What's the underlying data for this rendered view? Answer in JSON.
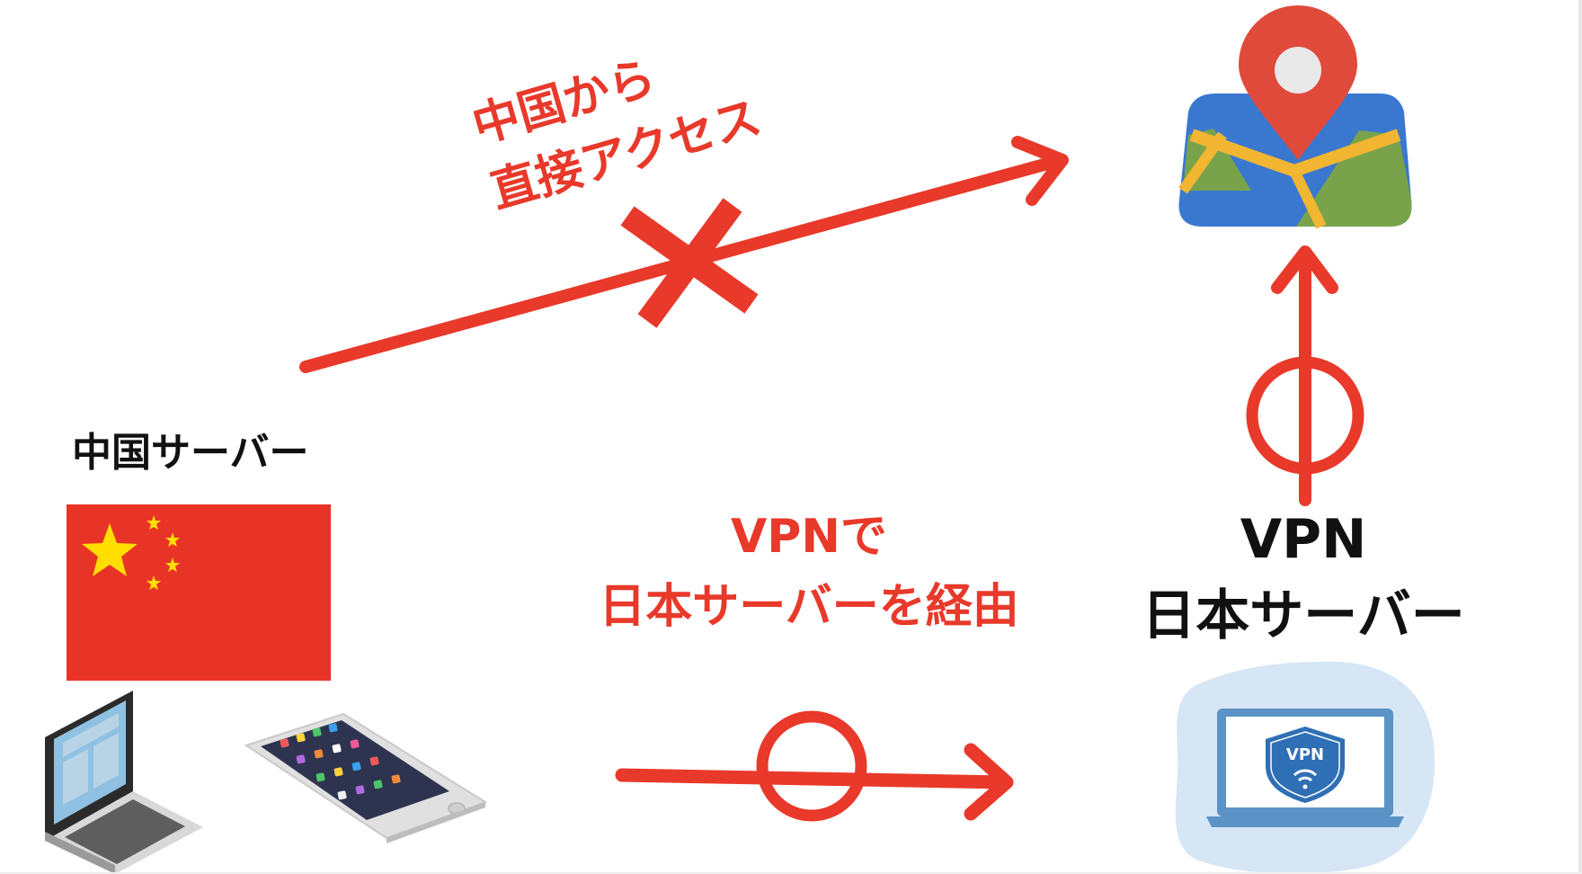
{
  "labels": {
    "direct_line1": "中国から",
    "direct_line2": "直接アクセス",
    "china_server": "中国サーバー",
    "vpn_line1": "VPNで",
    "vpn_line2": "日本サーバーを経由",
    "jp_line1": "VPN",
    "jp_line2": "日本サーバー",
    "vpn_badge": "VPN"
  },
  "colors": {
    "accent_red": "#e8392a",
    "flag_red": "#e83426",
    "flag_star": "#ffde00",
    "map_blue": "#3a78d0",
    "map_green": "#79a34a",
    "map_road": "#f2b632",
    "pin_red": "#e04a3b",
    "vpn_blob": "#d6e6f5",
    "laptop_frame": "#5b93c6",
    "shield_blue": "#2f6fb5",
    "text_black": "#111111"
  },
  "icons": [
    "map-pin-icon",
    "china-flag-icon",
    "laptop-icon",
    "smartphone-icon",
    "vpn-laptop-icon",
    "vpn-shield-icon",
    "wifi-icon"
  ]
}
